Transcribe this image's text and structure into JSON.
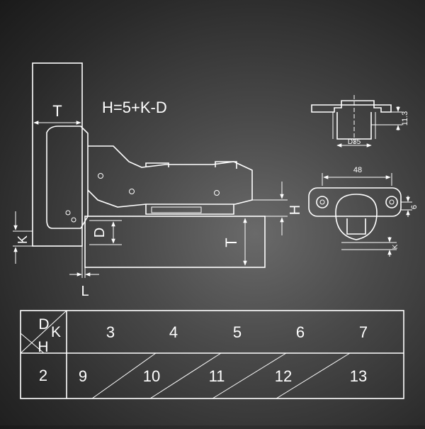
{
  "drawing": {
    "formula": "H=5+K-D",
    "dims": {
      "T_top": "T",
      "K": "K",
      "D": "D",
      "T_plate": "T",
      "L": "L",
      "H": "H",
      "cup_height": "11.3",
      "cup_diameter": "D35",
      "hole_spacing": "48",
      "six": "6",
      "K_small": "K"
    }
  },
  "table": {
    "corner_d": "D",
    "corner_k": "K",
    "corner_h": "H",
    "k_values": [
      "3",
      "4",
      "5",
      "6",
      "7"
    ],
    "d_value": "2",
    "h_values": [
      "9",
      "10",
      "11",
      "12",
      "13"
    ]
  }
}
